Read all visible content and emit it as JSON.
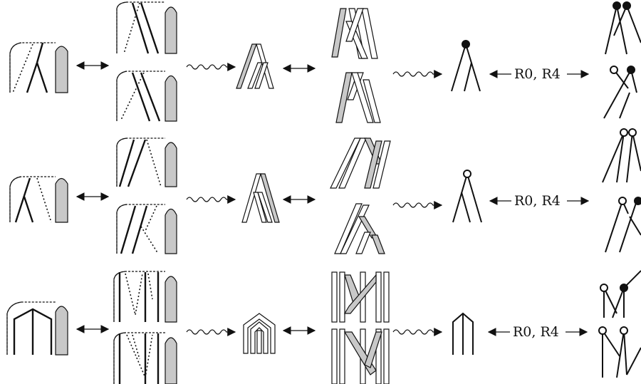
{
  "rows": [
    {
      "id": "row-1",
      "move_label": "R0, R4"
    },
    {
      "id": "row-2",
      "move_label": "R0, R4"
    },
    {
      "id": "row-3",
      "move_label": "R0, R4"
    }
  ],
  "colors": {
    "stroke": "#111111",
    "band_fill": "#c8c8c8",
    "background": "#ffffff",
    "filled_dot": "#111111",
    "open_dot": "#ffffff"
  },
  "symbols": {
    "equivalence_arrow": "double-headed arrow",
    "transformation_arrow": "wavy arrow",
    "vertex_markers": [
      "filled-dot",
      "open-dot"
    ]
  }
}
